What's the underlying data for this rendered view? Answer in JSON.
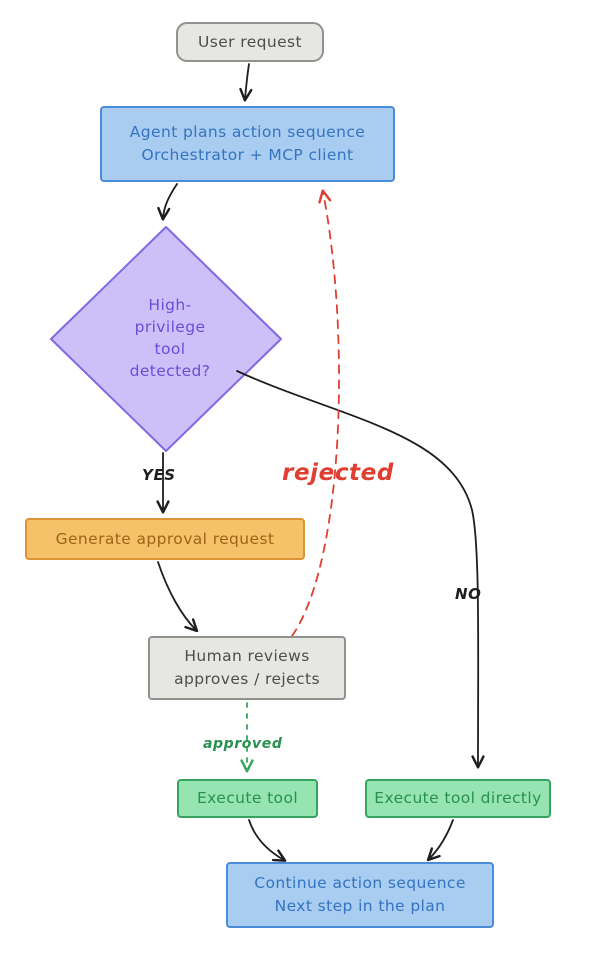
{
  "diagram": {
    "nodes": {
      "user_request": {
        "label": "User request"
      },
      "agent_plans": {
        "lines": [
          "Agent plans action sequence",
          "Orchestrator + MCP client"
        ]
      },
      "high_privilege_decision": {
        "lines": [
          "High-",
          "privilege",
          "tool",
          "detected?"
        ]
      },
      "generate_approval": {
        "label": "Generate approval request"
      },
      "human_review": {
        "lines": [
          "Human reviews",
          "approves / rejects"
        ]
      },
      "execute_tool": {
        "label": "Execute tool"
      },
      "execute_tool_directly": {
        "label": "Execute tool directly"
      },
      "continue_sequence": {
        "lines": [
          "Continue action sequence",
          "Next step in the plan"
        ]
      }
    },
    "edge_labels": {
      "yes": "YES",
      "no": "NO",
      "approved": "approved",
      "rejected": "rejected"
    },
    "colors": {
      "gray_fill": "#e6e6e3",
      "gray_stroke": "#91918d",
      "gray_text": "#4e4e49",
      "blue_fill": "#a9ccf1",
      "blue_stroke": "#4b8cd8",
      "blue_text": "#3474c0",
      "purple_fill": "#ccc0f8",
      "purple_stroke": "#8268e4",
      "purple_text": "#6a4edb",
      "orange_fill": "#f6c269",
      "orange_stroke": "#dd9336",
      "orange_text": "#9f6318",
      "green_fill": "#95e4b2",
      "green_stroke": "#35a45e",
      "green_text": "#27914d",
      "red": "#e03e31",
      "black": "#1e1e1e"
    }
  }
}
